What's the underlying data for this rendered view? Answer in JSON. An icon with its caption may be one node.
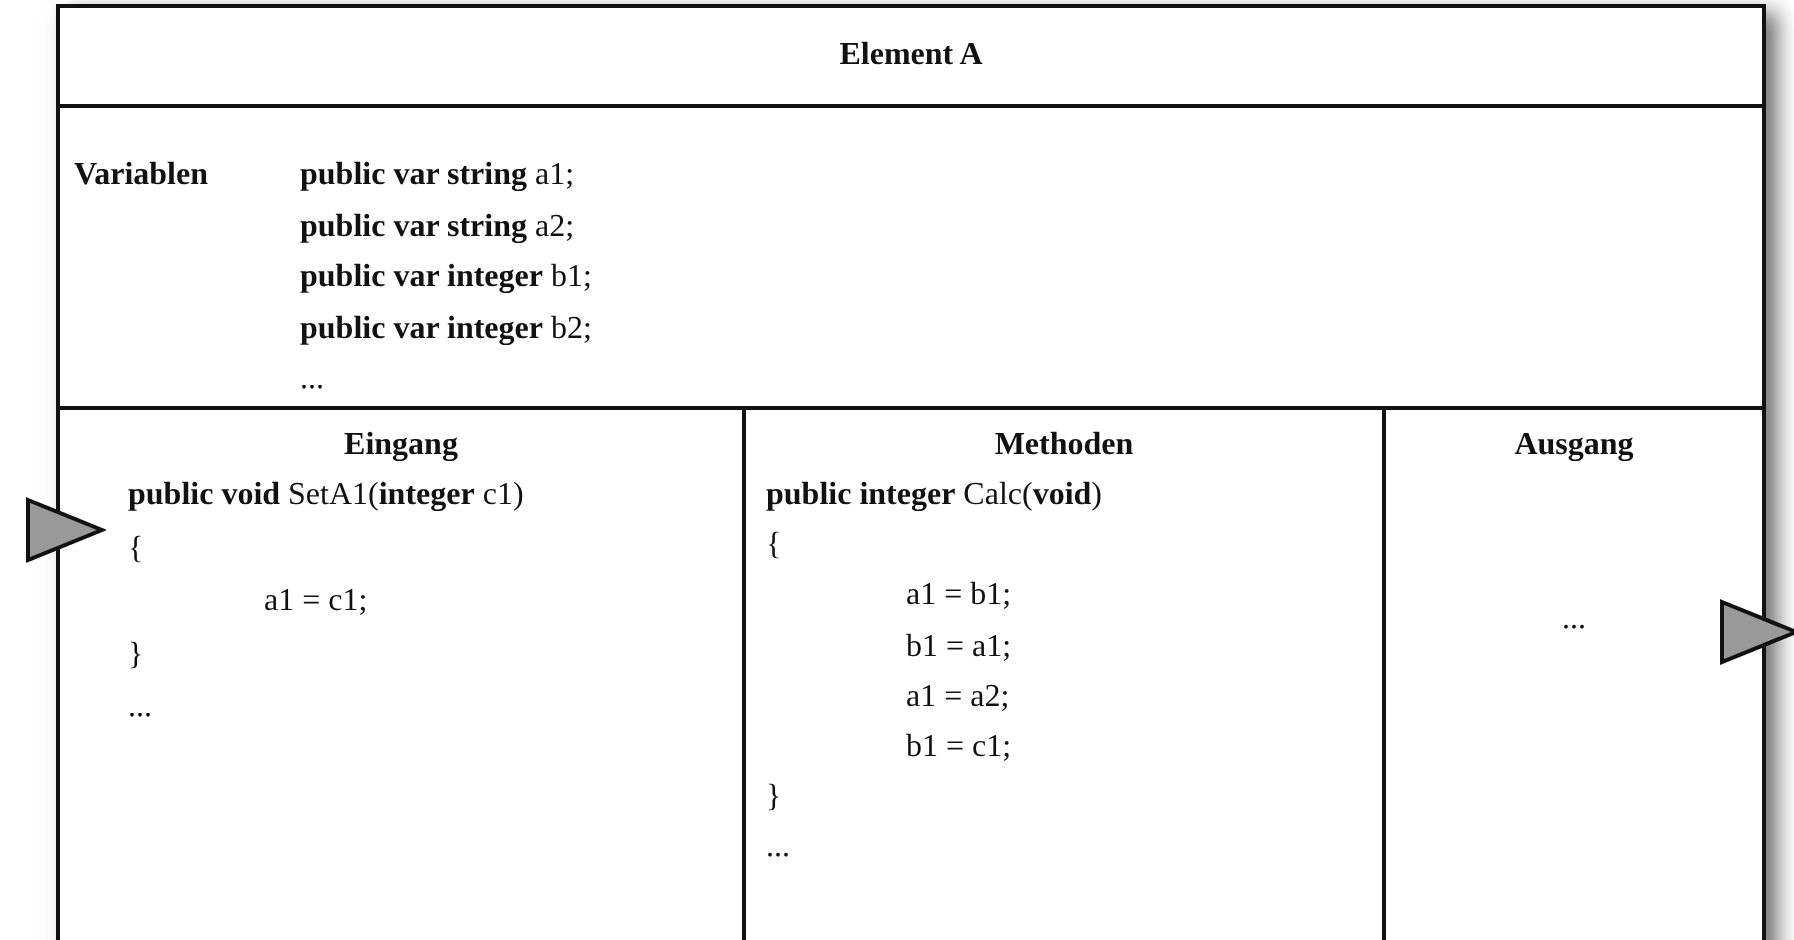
{
  "diagram": {
    "nodes": [
      {
        "text": [
          "Element A"
        ]
      },
      {
        "text": [
          "Variablen",
          "**public var string** a1;",
          "**public var string** a2;",
          "**public var integer** b1;",
          "**public var integer** b2;",
          "..."
        ],
        "in": 0
      },
      {
        "text": [
          "Eingang",
          "**public void** SetA1(**integer** c1)",
          "{",
          "a1 = c1;",
          "}",
          "..."
        ],
        "in": 0
      },
      {
        "text": [
          "Methoden",
          "**public integer** Calc(**void**)",
          "{",
          "a1 = b1;",
          "b1 = a1;",
          "a1 = a2;",
          "b1 = c1;",
          "}",
          "..."
        ],
        "in": 0
      },
      {
        "text": [
          "Ausgang",
          "..."
        ],
        "in": 0
      }
    ],
    "edges": [
      {
        "from": null,
        "to": 2,
        "arrow": "to"
      },
      {
        "from": 4,
        "to": null,
        "arrow": "to"
      }
    ]
  }
}
